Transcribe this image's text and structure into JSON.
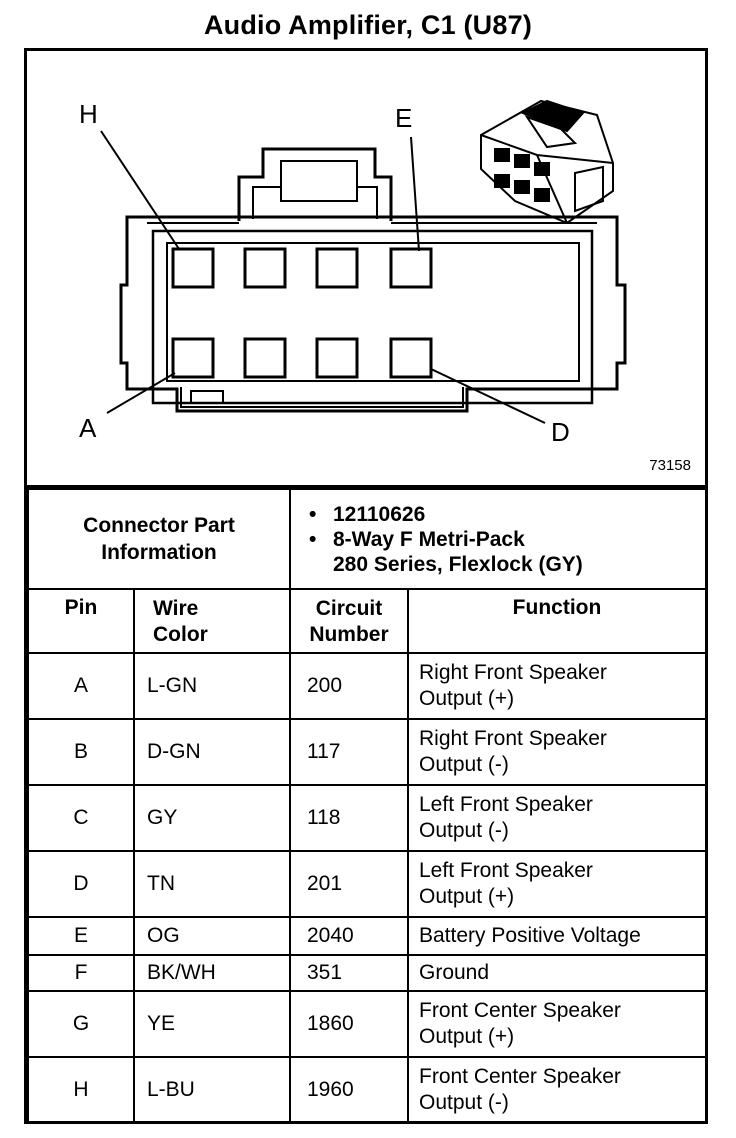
{
  "title": "Audio Amplifier, C1 (U87)",
  "diagram": {
    "callouts": {
      "h": "H",
      "e": "E",
      "a": "A",
      "d": "D"
    },
    "figure_number": "73158"
  },
  "connector_info": {
    "label_line1": "Connector Part",
    "label_line2": "Information",
    "part_number": "12110626",
    "desc_line1": "8-Way F Metri-Pack",
    "desc_line2": "280 Series, Flexlock (GY)"
  },
  "headers": {
    "pin": "Pin",
    "wire_line1": "Wire",
    "wire_line2": "Color",
    "circuit_line1": "Circuit",
    "circuit_line2": "Number",
    "function": "Function"
  },
  "rows": [
    {
      "pin": "A",
      "color": "L-GN",
      "circuit": "200",
      "f1": "Right Front Speaker",
      "f2": "Output (+)"
    },
    {
      "pin": "B",
      "color": "D-GN",
      "circuit": "117",
      "f1": "Right Front Speaker",
      "f2": "Output (-)"
    },
    {
      "pin": "C",
      "color": "GY",
      "circuit": "118",
      "f1": "Left Front Speaker",
      "f2": "Output (-)"
    },
    {
      "pin": "D",
      "color": "TN",
      "circuit": "201",
      "f1": "Left Front Speaker",
      "f2": "Output (+)"
    },
    {
      "pin": "E",
      "color": "OG",
      "circuit": "2040",
      "f1": "Battery Positive Voltage",
      "f2": ""
    },
    {
      "pin": "F",
      "color": "BK/WH",
      "circuit": "351",
      "f1": "Ground",
      "f2": ""
    },
    {
      "pin": "G",
      "color": "YE",
      "circuit": "1860",
      "f1": "Front Center Speaker",
      "f2": "Output (+)"
    },
    {
      "pin": "H",
      "color": "L-BU",
      "circuit": "1960",
      "f1": "Front Center Speaker",
      "f2": "Output (-)"
    }
  ]
}
